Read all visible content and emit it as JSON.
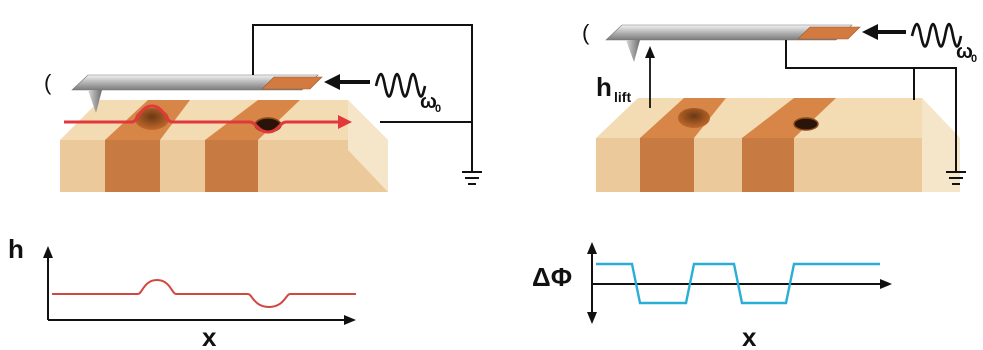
{
  "left_panel": {
    "oscillator": {
      "frequency_label": "ω",
      "frequency_subscript": "0",
      "wave_icon": "sine-wave-icon"
    },
    "signal_icon": "arrow-left-icon",
    "ground_icon": "ground-icon",
    "graph": {
      "y_label": "h",
      "x_label": "x",
      "trace_color": "#d2473f"
    }
  },
  "right_panel": {
    "oscillator": {
      "frequency_label": "ω",
      "frequency_subscript": "0",
      "wave_icon": "sine-wave-icon"
    },
    "lift_label": "h",
    "lift_subscript": "lift",
    "ground_icon": "ground-icon",
    "graph": {
      "y_label": "ΔΦ",
      "x_label": "x",
      "trace_color": "#2aaed6"
    }
  },
  "colors": {
    "sample_light": "#f3dcb4",
    "sample_stripe": "#d88647",
    "cantilever": "#a9a9a9",
    "piezo": "#d27a3f",
    "scan_path": "#e0383b"
  }
}
